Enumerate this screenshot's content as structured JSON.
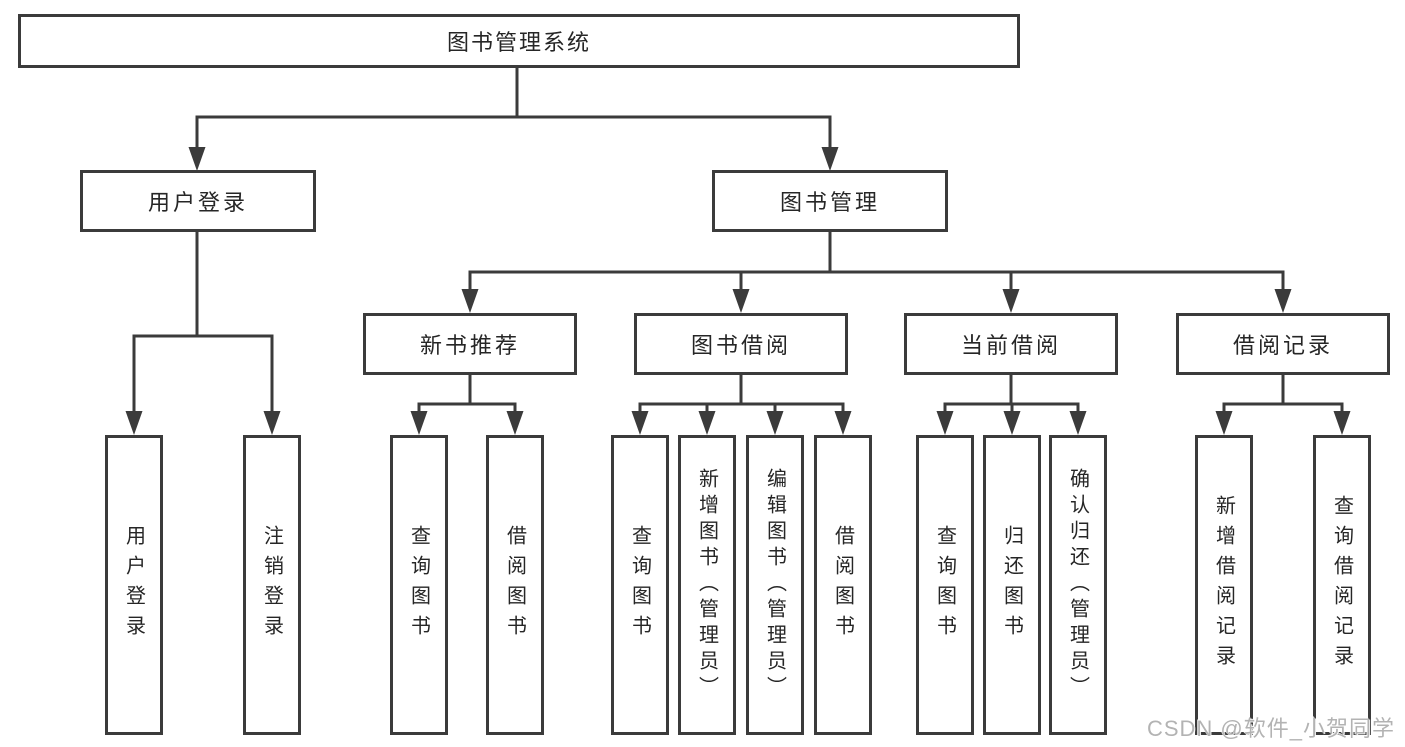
{
  "root": {
    "label": "图书管理系统"
  },
  "level2": {
    "user_login": {
      "label": "用户登录"
    },
    "book_management": {
      "label": "图书管理"
    }
  },
  "level3": {
    "new_book_recommend": {
      "label": "新书推荐"
    },
    "book_borrow": {
      "label": "图书借阅"
    },
    "current_borrow": {
      "label": "当前借阅"
    },
    "borrow_records": {
      "label": "借阅记录"
    }
  },
  "leaves": {
    "user_login": [
      {
        "label": "用户登录"
      },
      {
        "label": "注销登录"
      }
    ],
    "new_book_recommend": [
      {
        "label": "查询图书"
      },
      {
        "label": "借阅图书"
      }
    ],
    "book_borrow": [
      {
        "label": "查询图书"
      },
      {
        "label": "新增图书（管理员）"
      },
      {
        "label": "编辑图书（管理员）"
      },
      {
        "label": "借阅图书"
      }
    ],
    "current_borrow": [
      {
        "label": "查询图书"
      },
      {
        "label": "归还图书"
      },
      {
        "label": "确认归还（管理员）"
      }
    ],
    "borrow_records": [
      {
        "label": "新增借阅记录"
      },
      {
        "label": "查询借阅记录"
      }
    ]
  },
  "watermark": {
    "text": "CSDN @软件_小贺同学"
  },
  "colors": {
    "line": "#3b3b3b",
    "text": "#262626",
    "watermark": "#b3b3b3",
    "background": "#ffffff",
    "box_background": "#ffffff"
  }
}
